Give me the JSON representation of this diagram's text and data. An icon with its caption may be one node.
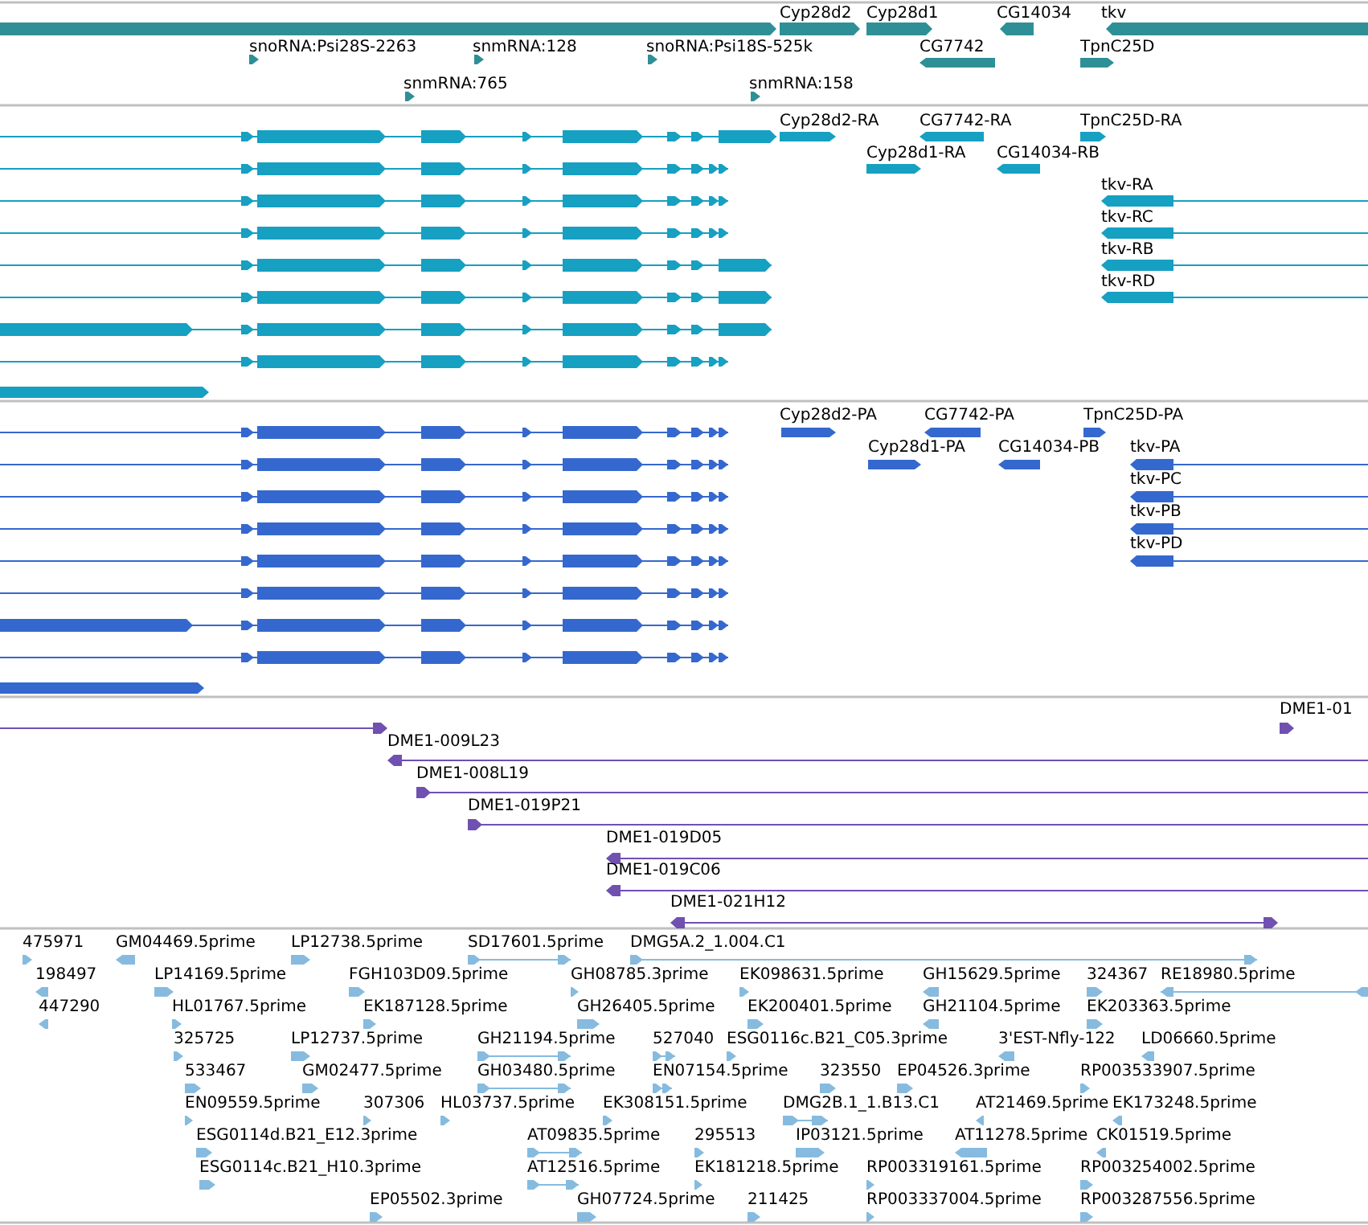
{
  "diagram": {
    "labels": [
      "Cyp28d2",
      "Cyp28d1",
      "CG14034",
      "tkv",
      "snoRNA:Psi28S-2263",
      "snmRNA:128",
      "snoRNA:Psi18S-525k",
      "CG7742",
      "TpnC25D",
      "snmRNA:765",
      "snmRNA:158",
      "Cyp28d2-RA",
      "CG7742-RA",
      "TpnC25D-RA",
      "Cyp28d1-RA",
      "CG14034-RB",
      "tkv-RA",
      "tkv-RC",
      "tkv-RB",
      "tkv-RD",
      "Cyp28d2-PA",
      "CG7742-PA",
      "TpnC25D-PA",
      "Cyp28d1-PA",
      "CG14034-PB",
      "tkv-PA",
      "tkv-PC",
      "tkv-PB",
      "tkv-PD",
      "DME1-01",
      "DME1-009L23",
      "DME1-008L19",
      "DME1-019P21",
      "DME1-019D05",
      "DME1-019C06",
      "DME1-021H12",
      "475971",
      "GM04469.5prime",
      "LP12738.5prime",
      "SD17601.5prime",
      "DMG5A.2_1.004.C1",
      "198497",
      "LP14169.5prime",
      "FGH103D09.5prime",
      "GH08785.3prime",
      "EK098631.5prime",
      "GH15629.5prime",
      "324367",
      "RE18980.5prime",
      "447290",
      "HL01767.5prime",
      "EK187128.5prime",
      "GH26405.5prime",
      "EK200401.5prime",
      "GH21104.5prime",
      "EK203363.5prime",
      "325725",
      "LP12737.5prime",
      "GH21194.5prime",
      "527040",
      "ESG0116c.B21_C05.3prime",
      "3'EST-Nfly-122",
      "LD06660.5prime",
      "533467",
      "GM02477.5prime",
      "GH03480.5prime",
      "EN07154.5prime",
      "323550",
      "EP04526.3prime",
      "RP003533907.5prime",
      "EN09559.5prime",
      "307306",
      "HL03737.5prime",
      "EK308151.5prime",
      "DMG2B.1_1.B13.C1",
      "AT21469.5prime",
      "EK173248.5prime",
      "ESG0114d.B21_E12.3prime",
      "AT09835.5prime",
      "295513",
      "IP03121.5prime",
      "AT11278.5prime",
      "CK01519.5prime",
      "ESG0114c.B21_H10.3prime",
      "AT12516.5prime",
      "EK181218.5prime",
      "RP003319161.5prime",
      "RP003254002.5prime",
      "EP05502.3prime",
      "GH07724.5prime",
      "211425",
      "RP003337004.5prime",
      "RP003287556.5prime"
    ]
  }
}
